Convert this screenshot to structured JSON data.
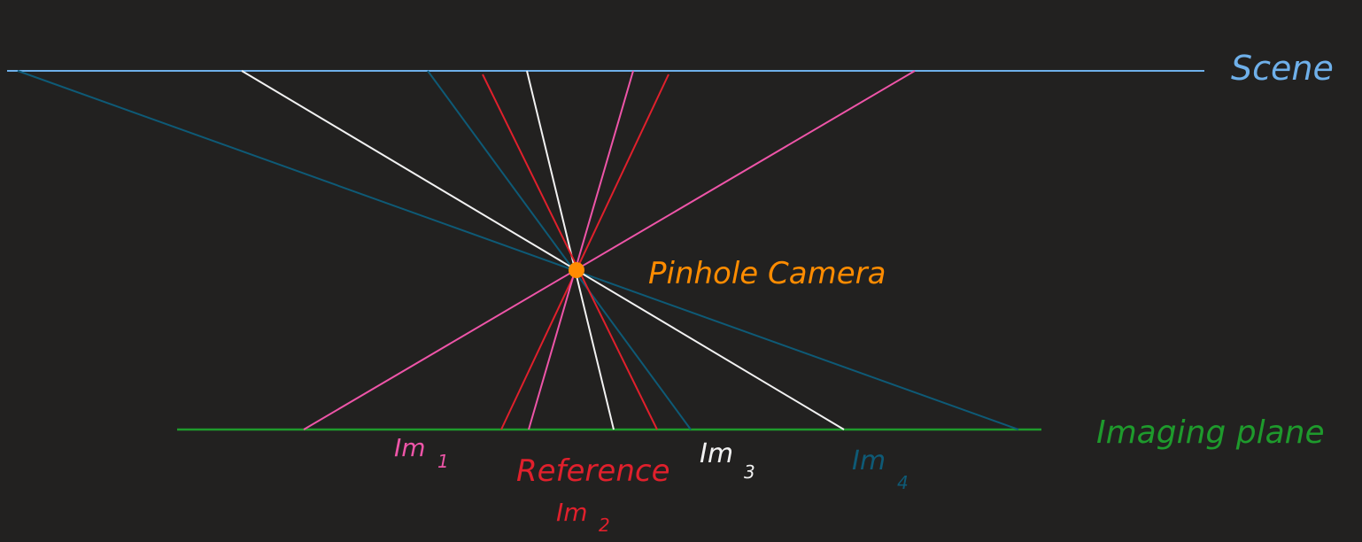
{
  "labels": {
    "scene": "Scene",
    "imaging_plane": "Imaging plane",
    "pinhole": "Pinhole Camera",
    "im1": "Im",
    "im1_sub": "1",
    "reference": "Reference",
    "im2": "Im",
    "im2_sub": "2",
    "im3": "Im",
    "im3_sub": "3",
    "im4": "Im",
    "im4_sub": "4"
  },
  "colors": {
    "background": "#222120",
    "scene": "#6fb0ea",
    "imaging_plane": "#1e9a2c",
    "pinhole": "#ff8c00",
    "im1": "#ee55a8",
    "reference": "#e0202c",
    "im3": "#f2f2f2",
    "im4": "#0e5a76"
  }
}
